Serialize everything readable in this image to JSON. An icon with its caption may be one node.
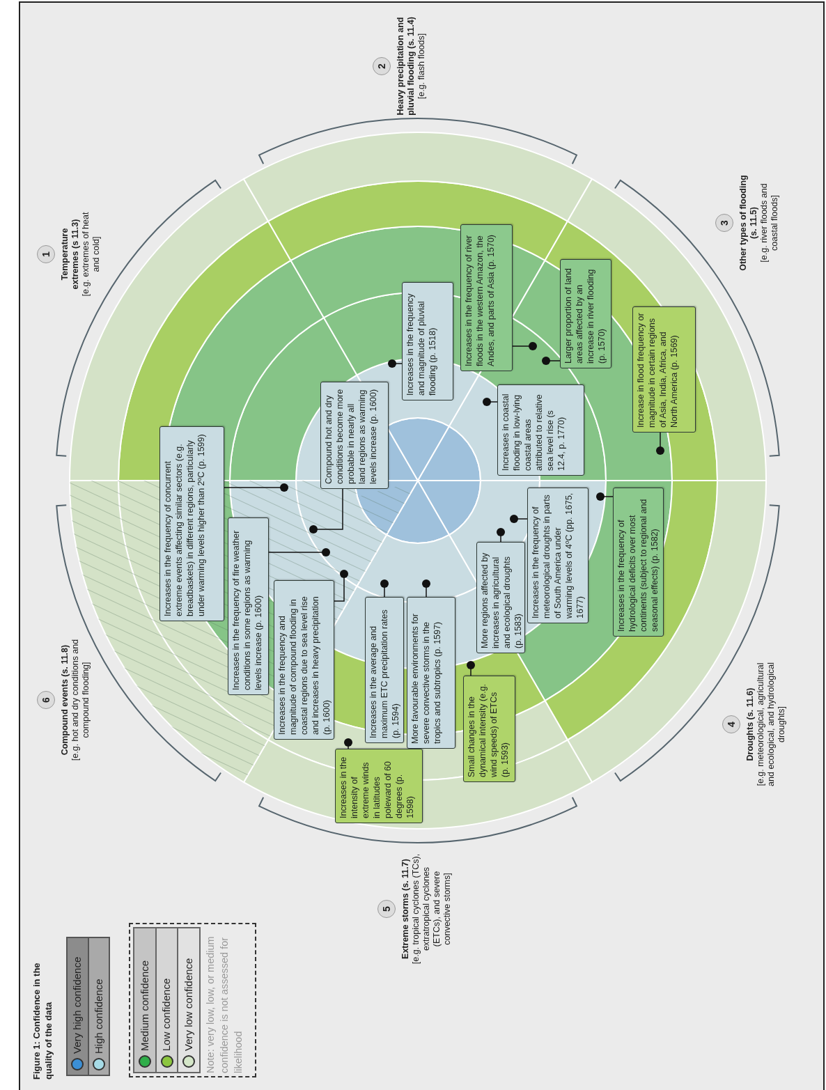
{
  "diagram": {
    "title": "Figure 1: Confidence in the quality of the data",
    "nodes": [
      {
        "text": [
          "1"
        ],
        "beside": [
          "Temperature extremes (s 11.3)",
          "[e.g. extremes of heat and cold]"
        ]
      },
      {
        "text": [
          "2"
        ],
        "beside": [
          "Heavy precipitation and pluvial flooding (s. 11.4)",
          "[e.g. flash floods]"
        ]
      },
      {
        "text": [
          "3"
        ],
        "beside": [
          "Other types of flooding (s. 11.5)",
          "[e.g. river floods and coastal floods]"
        ]
      },
      {
        "text": [
          "4"
        ],
        "beside": [
          "Droughts (s. 11.6)",
          "[e.g. meteorological, agricultural and ecological, and hydrological droughts]"
        ]
      },
      {
        "text": [
          "5"
        ],
        "beside": [
          "Extreme storms (s. 11.7)",
          "[e.g. tropical cyclones (TCs), extratropical cyclones (ETCs), and severe convective storms]"
        ]
      },
      {
        "text": [
          "6"
        ],
        "beside": [
          "Compound events (s. 11.8)",
          "[e.g. hot and dry conditions and compound flooding]"
        ]
      },
      {
        "text": [
          "Compound hot and dry conditions become more probable in nearly all land regions as warming levels increase (p. 1600)"
        ]
      },
      {
        "text": [
          "Increases in the frequency of concurrent extreme events affecting similar sectors (e.g. breadbaskets) in different regions, particularly under warming levels higher than 2ºC (p. 1599)"
        ]
      },
      {
        "text": [
          "Increases in the frequency of fire weather conditions in some regions as warming levels increase (p. 1600)"
        ]
      },
      {
        "text": [
          "Increases in the frequency and magnitude of compound flooding in coastal regions due to sea level rise and increases in heavy precipitation (p. 1600)"
        ]
      },
      {
        "text": [
          "Increases in the intensity of extreme winds in latitudes poleward of 60 degrees (p. 1598)"
        ]
      },
      {
        "text": [
          "Increases in the average and maximum ETC precipitation rates (p. 1594)"
        ]
      },
      {
        "text": [
          "More favourable environments for severe convective storms in the tropics and subtropics (p. 1597)"
        ]
      },
      {
        "text": [
          "Small changes in the dynamical intensity (e.g. wind speeds) of ETCs (p. 1593)"
        ]
      },
      {
        "text": [
          "More regions affected by increases in agricultural and ecological droughts (p. 1583)"
        ]
      },
      {
        "text": [
          "Increases in the frequency of meteorological droughts in parts of South America under warming levels of 4ºC (pp. 1675, 1677)"
        ]
      },
      {
        "text": [
          "Increases in the frequency of hydrological deficits over most continents (subject to regional and seasonal effects) (p. 1582)"
        ]
      },
      {
        "text": [
          "Increases in coastal flooding in low-lying coastal areas attributed to relative sea level rise (s 12.4, p. 1770)"
        ]
      },
      {
        "text": [
          "Increases in the frequency and magnitude of pluvial flooding (p. 1518)"
        ]
      },
      {
        "text": [
          "Increases in the frequency of river floods in the western Amazon, the Andes, and parts of Asia (p. 1570)"
        ]
      },
      {
        "text": [
          "Larger proportion of land areas affected by an increase in river flooding (p. 1570)"
        ]
      },
      {
        "text": [
          "Increase in flood frequency or magnitude in certain regions of Asia, India, Africa, and North America (p. 1569)"
        ]
      }
    ],
    "edges": [
      {
        "from": 6,
        "to": null,
        "arrow": "other"
      },
      {
        "from": 7,
        "to": null,
        "arrow": "other"
      },
      {
        "from": 8,
        "to": null,
        "arrow": "other"
      },
      {
        "from": 9,
        "to": null,
        "arrow": "other"
      },
      {
        "from": 10,
        "to": null,
        "arrow": "other"
      },
      {
        "from": 11,
        "to": null,
        "arrow": "other"
      },
      {
        "from": 12,
        "to": null,
        "arrow": "other"
      },
      {
        "from": 13,
        "to": null,
        "arrow": "other"
      },
      {
        "from": 14,
        "to": null,
        "arrow": "other"
      },
      {
        "from": 15,
        "to": null,
        "arrow": "other"
      },
      {
        "from": 16,
        "to": null,
        "arrow": "other"
      },
      {
        "from": 17,
        "to": null,
        "arrow": "other"
      },
      {
        "from": 18,
        "to": null,
        "arrow": "other"
      },
      {
        "from": 19,
        "to": null,
        "arrow": "other"
      },
      {
        "from": 20,
        "to": null,
        "arrow": "other"
      },
      {
        "from": 21,
        "to": null,
        "arrow": "other"
      }
    ],
    "labels": [
      "Note: very low, low, or medium confidence is not assessed for likelihood"
    ],
    "legend": [
      {
        "text": "Very high confidence",
        "color": "#3b8fd6"
      },
      {
        "text": "High confidence",
        "color": "#a6dbe6"
      },
      {
        "text": "Medium confidence",
        "color": "#2fae4a"
      },
      {
        "text": "Low confidence",
        "color": "#8cc63f"
      },
      {
        "text": "Very low confidence",
        "color": "#d4e6c8"
      }
    ]
  }
}
